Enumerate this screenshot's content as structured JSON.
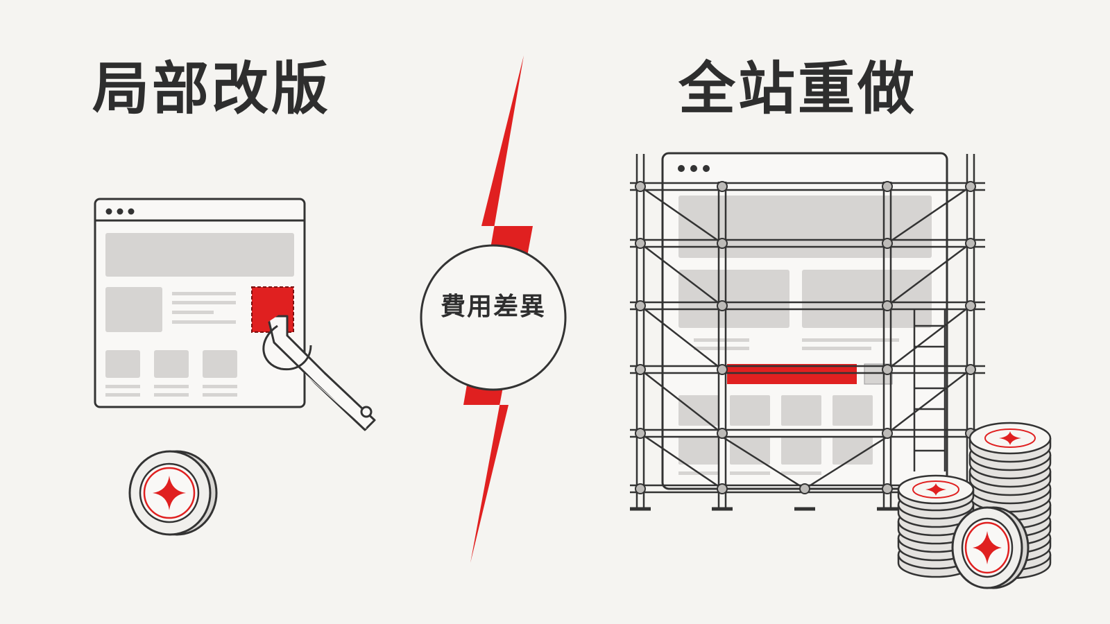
{
  "left": {
    "title": "局部改版"
  },
  "right": {
    "title": "全站重做"
  },
  "center": {
    "label": "費用差異"
  },
  "colors": {
    "accent": "#e02020",
    "ink": "#333333",
    "placeholder": "#d6d4d2",
    "background": "#f5f4f1"
  }
}
